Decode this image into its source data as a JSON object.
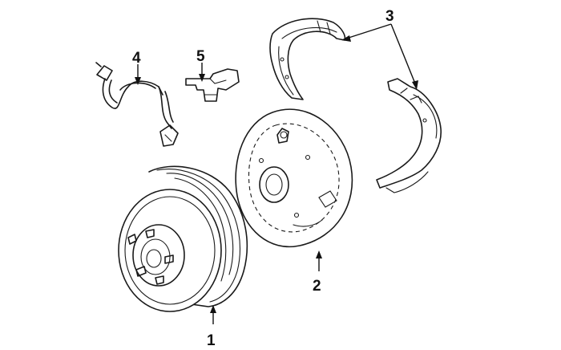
{
  "callouts": [
    {
      "id": "brake-drum",
      "label": "1"
    },
    {
      "id": "backing-plate",
      "label": "2"
    },
    {
      "id": "brake-shoes",
      "label": "3"
    },
    {
      "id": "brake-hose",
      "label": "4"
    },
    {
      "id": "wheel-speed-sensor",
      "label": "5"
    }
  ],
  "colors": {
    "ink": "#1a1a1a",
    "background": "#ffffff"
  }
}
